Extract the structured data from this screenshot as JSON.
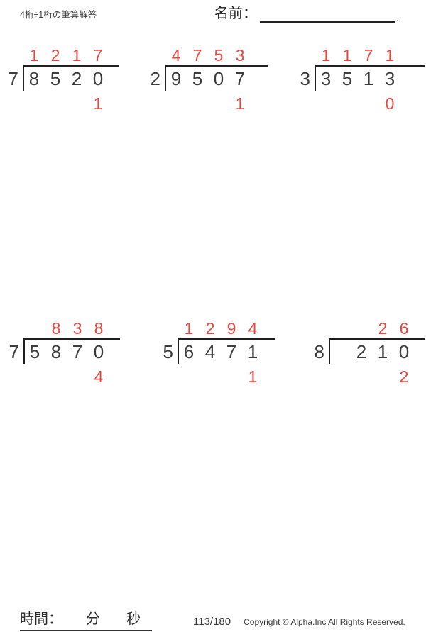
{
  "header": {
    "title": "4桁÷1桁の筆算解答",
    "name_label": "名前：",
    "name_suffix": "."
  },
  "problems": [
    {
      "divisor": "7",
      "quotient": [
        "1",
        "2",
        "1",
        "7"
      ],
      "dividend": [
        "8",
        "5",
        "2",
        "0"
      ],
      "remainder": [
        "",
        "",
        "",
        "1"
      ]
    },
    {
      "divisor": "2",
      "quotient": [
        "4",
        "7",
        "5",
        "3"
      ],
      "dividend": [
        "9",
        "5",
        "0",
        "7"
      ],
      "remainder": [
        "",
        "",
        "",
        "1"
      ]
    },
    {
      "divisor": "3",
      "quotient": [
        "1",
        "1",
        "7",
        "1"
      ],
      "dividend": [
        "3",
        "5",
        "1",
        "3"
      ],
      "remainder": [
        "",
        "",
        "",
        "0"
      ]
    },
    {
      "divisor": "7",
      "quotient": [
        "",
        "8",
        "3",
        "8"
      ],
      "dividend": [
        "5",
        "8",
        "7",
        "0"
      ],
      "remainder": [
        "",
        "",
        "",
        "4"
      ]
    },
    {
      "divisor": "5",
      "quotient": [
        "1",
        "2",
        "9",
        "4"
      ],
      "dividend": [
        "6",
        "4",
        "7",
        "1"
      ],
      "remainder": [
        "",
        "",
        "",
        "1"
      ]
    },
    {
      "divisor": "8",
      "quotient": [
        "",
        "",
        "2",
        "6"
      ],
      "dividend": [
        "",
        "2",
        "1",
        "0"
      ],
      "remainder": [
        "",
        "",
        "",
        "2"
      ]
    }
  ],
  "footer": {
    "time_label": "時間：",
    "minutes_label": "分",
    "seconds_label": "秒",
    "page_number": "113/180",
    "copyright": "Copyright © Alpha.Inc All Rights Reserved."
  },
  "colors": {
    "answer_red": "#e94640",
    "digit_ink": "#3d3d3d"
  }
}
